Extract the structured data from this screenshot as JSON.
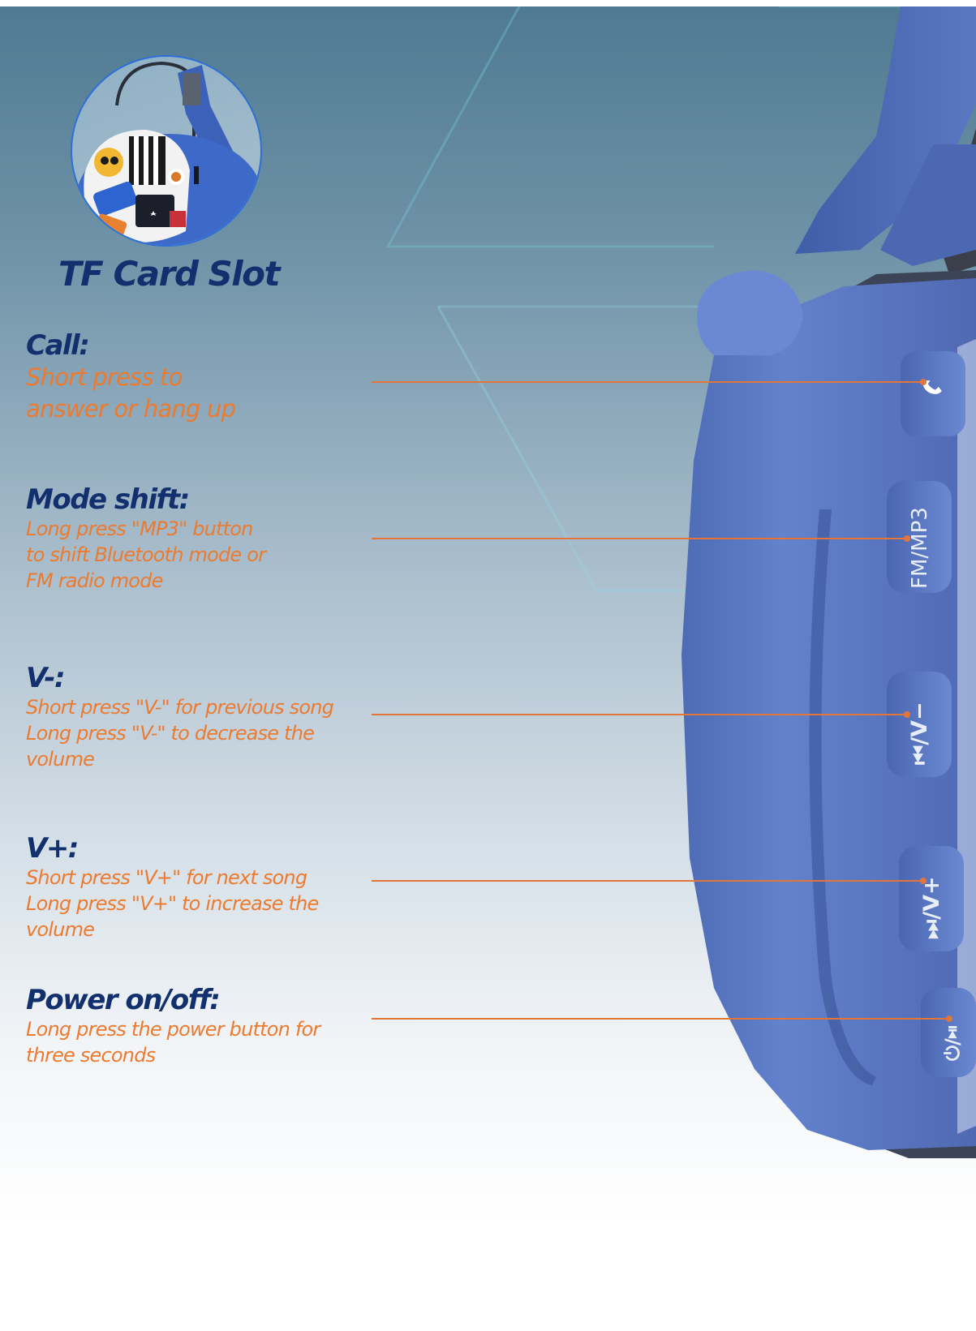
{
  "tf_card": {
    "title": "TF Card Slot"
  },
  "features": {
    "call": {
      "title": "Call:",
      "lines": [
        "Short press to",
        "answer or hang up"
      ]
    },
    "mode_shift": {
      "title": "Mode shift:",
      "lines": [
        "Long press \"MP3\" button",
        "to shift Bluetooth mode or",
        "FM radio mode"
      ]
    },
    "v_minus": {
      "title": "V-:",
      "lines": [
        "Short press \"V-\" for previous song",
        "Long press \"V-\" to decrease the",
        "volume"
      ]
    },
    "v_plus": {
      "title": "V+:",
      "lines": [
        "Short press \"V+\" for next song",
        "Long press \"V+\" to increase the",
        "volume"
      ]
    },
    "power": {
      "title": "Power on/off:",
      "lines": [
        "Long press the power button for",
        "three seconds"
      ]
    }
  },
  "buttons": {
    "mode_label": "FM/MP3",
    "vminus_label": "⏮/V−",
    "vplus_label": "⏭/V+",
    "power_label": "⏻/⏯"
  },
  "colors": {
    "title_navy": "#13306e",
    "desc_orange": "#ec7a2f",
    "callout_orange": "#e2763a",
    "headphone_blue": "#5b7ac6",
    "headphone_dark": "#4a63a8"
  },
  "icons": {
    "call_button": "phone-icon"
  }
}
